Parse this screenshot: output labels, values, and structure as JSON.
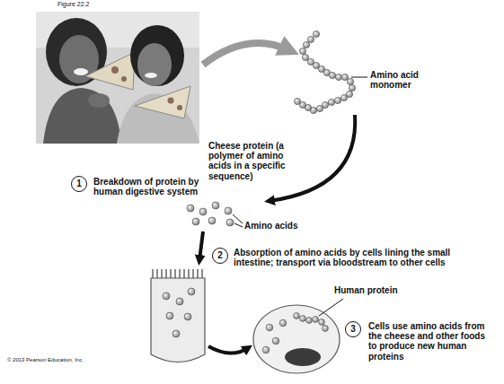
{
  "diagram": {
    "nodes": [
      {
        "text": [
          "1"
        ]
      },
      {
        "text": [
          "2"
        ]
      },
      {
        "text": [
          "3"
        ]
      }
    ],
    "labels": [
      "Figure 22.2",
      "Cheese protein (a polymer of amino acids in a specific sequence)",
      "Amino acid monomer",
      "Breakdown of protein by human digestive system",
      "Amino acids",
      "Absorption of amino acids by cells lining the small intestine; transport via bloodstream to other cells",
      "Human protein",
      "Cells use amino acids from the cheese and other foods to produce new human proteins",
      "© 2013 Pearson Education, Inc."
    ]
  }
}
